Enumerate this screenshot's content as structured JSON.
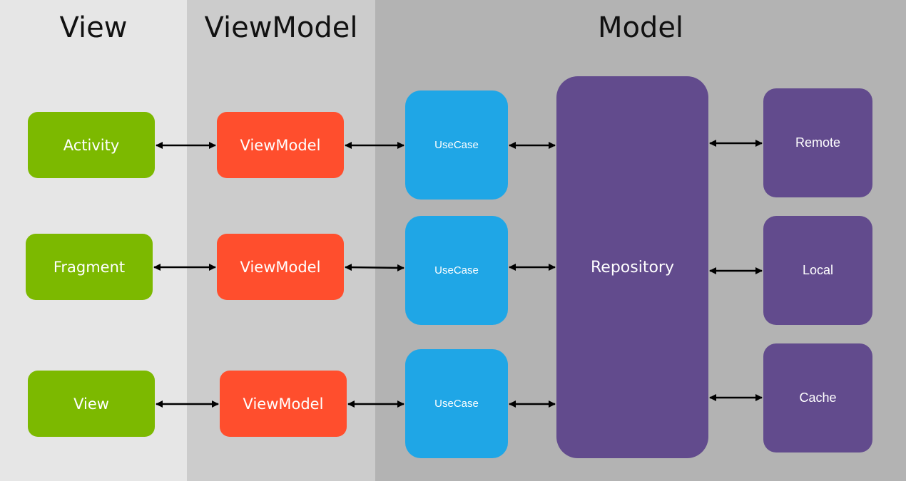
{
  "lanes": {
    "view": "View",
    "viewmodel": "ViewModel",
    "model": "Model"
  },
  "view_components": [
    "Activity",
    "Fragment",
    "View"
  ],
  "viewmodels": [
    "ViewModel",
    "ViewModel",
    "ViewModel"
  ],
  "usecases": [
    "UseCase",
    "UseCase",
    "UseCase"
  ],
  "repository": "Repository",
  "data_sources": [
    "Remote",
    "Local",
    "Cache"
  ],
  "colors": {
    "view_lane": "#e6e6e6",
    "viewmodel_lane": "#cccccc",
    "model_lane": "#b3b3b3",
    "view_box": "#7cb900",
    "viewmodel_box": "#ff4e2d",
    "usecase_box": "#1fa6e6",
    "model_box": "#624b8d"
  }
}
